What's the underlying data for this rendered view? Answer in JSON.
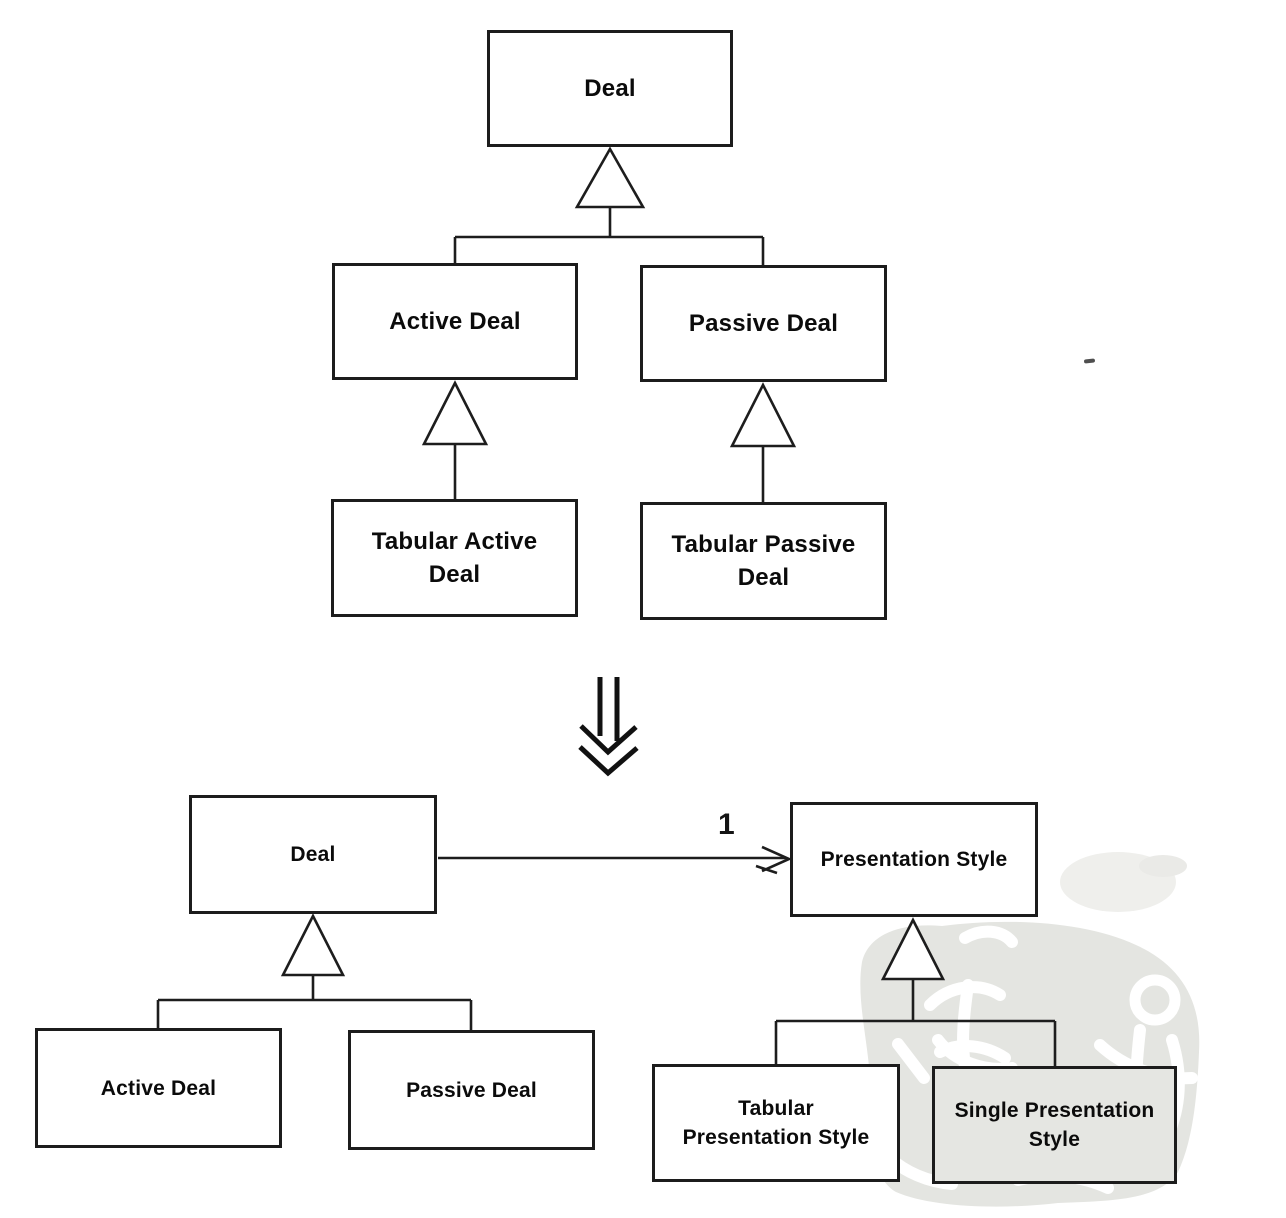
{
  "figure": {
    "type": "uml-class-diagram-refactoring",
    "colors": {
      "ink": "#1c1c1c",
      "box_fill": "#ffffff",
      "shaded_box_fill": "#e5e6e2",
      "watermark_gray": "#e4e5e1",
      "page_background": "#ffffff"
    },
    "top_diagram": {
      "deal": {
        "label": "Deal"
      },
      "active_deal": {
        "label": "Active Deal"
      },
      "passive_deal": {
        "label": "Passive Deal"
      },
      "tabular_active_deal": {
        "line1": "Tabular Active",
        "line2": "Deal"
      },
      "tabular_passive_deal": {
        "line1": "Tabular Passive",
        "line2": "Deal"
      }
    },
    "transform": {
      "arrow_icon": "double-down-arrow"
    },
    "bottom_diagram": {
      "deal": {
        "label": "Deal"
      },
      "presentation_style": {
        "label": "Presentation Style"
      },
      "active_deal": {
        "label": "Active Deal"
      },
      "passive_deal": {
        "label": "Passive Deal"
      },
      "tabular_presentation_style": {
        "line1": "Tabular",
        "line2": "Presentation Style"
      },
      "single_presentation_style": {
        "line1": "Single Presentation",
        "line2": "Style"
      },
      "association": {
        "multiplicity": "1"
      }
    }
  }
}
